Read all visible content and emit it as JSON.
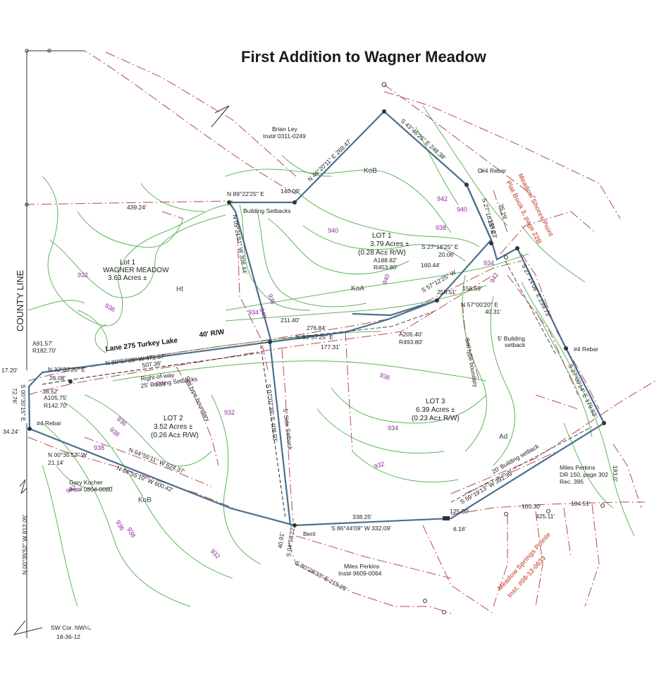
{
  "title": "First Addition to Wagner Meadow",
  "owners": {
    "north": {
      "name": "Brian Ley",
      "inst": "Inst# 0311-0249"
    },
    "sw": {
      "name": "Gary Kocher",
      "inst": "Inst# 0804-0080"
    },
    "south": {
      "name": "Miles Perkins",
      "inst": "Inst# 9609-0064"
    },
    "se": {
      "name": "Miles Perkins",
      "inst": "DR 150, page 302"
    }
  },
  "lots": {
    "lot1": {
      "label": "LOT 1",
      "acres": "3.79 Acres ±",
      "rw": "(0.28 Ac± R/W)"
    },
    "lot2": {
      "label": "LOT 2",
      "acres": "3.52 Acres ±",
      "rw": "(0.26 Ac± R/W)"
    },
    "lot3": {
      "label": "LOT 3",
      "acres": "6.39 Acres ±",
      "rw": "(0.23 Ac± R/W)"
    },
    "wagner": {
      "label": "Lot 1",
      "name": "WAGNER MEADOW",
      "acres": "3.63 Acres ±"
    }
  },
  "road": {
    "name": "Lane 275 Turkey Lake",
    "rw": "40' R/W",
    "right_of_way": "Right-of-way"
  },
  "county_line": "COUNTY LINE",
  "corner": {
    "line1": "SW Cor. NW¼,",
    "line2": "18-36-12"
  },
  "adjacent": {
    "meadow_shores": {
      "line1": "Meadow Shores Point",
      "line2": "Plat Book 3, page 22B"
    },
    "meadow_springs": {
      "line1": "Meadow Springs Pointe",
      "line2": "Inst. #08-12-0633"
    }
  },
  "soils": [
    "KoB",
    "KoA",
    "Ht",
    "Ad",
    "KoB"
  ],
  "notes": {
    "building_setbacks": "Building Setbacks",
    "building_setbacks_25": "25' Building Setbacks",
    "building_setback_5": "5' Building",
    "setback": "setback",
    "building_setback_20": "20' Building setback",
    "side_setback": "5' Side Setback",
    "soil_type_boundary": "Soil type boundary",
    "rebar": "#4 Rebar",
    "bent": "Bent",
    "rec": "Rec. 395"
  },
  "bearings": {
    "b1": "N 46°20'11\" E 268.47'",
    "b2": "S 43°46'25\" E 248.38'",
    "b3": "N 89°22'25\" E",
    "b4": "140.00'",
    "b5": "439.24'",
    "b6": "N 03°21'51\" W 308.44'",
    "b7": "S 27°18'25\" E",
    "b8": "20.06'",
    "b9": "A188.82'",
    "b10": "R453.80'",
    "b11": "160.44'",
    "b12": "S 57°12'25\" W",
    "b13": "258.51'",
    "b14": "156.59'",
    "b15": "N 57°00'20\" E",
    "b16": "40.31'",
    "b17": "S 27°14'06\" E 239.73'",
    "b18": "211.40'",
    "b19": "276.84'",
    "b20": "N 80°57'25\" E",
    "b21": "177.31'",
    "b22": "A205.40'",
    "b23": "R493.80'",
    "b24": "A91.57'",
    "b25": "R182.70'",
    "b26": "N 80°57'25\" W 472.37'",
    "b27": "507.36'",
    "b28": "N 32°37'25\" E",
    "b29": "26.08'",
    "b30": "17.20'",
    "b31": "38.52'",
    "b32": "72.76'",
    "b33": "S 00°30'15\" E",
    "b34": "A105.75'",
    "b35": "R142.70'",
    "b36": "34.24'",
    "b37": "N 00°35'52\" W",
    "b38": "21.14'",
    "b39": "N 64°55'11\" W 624.37'",
    "b40": "N 64°55'10\" W 600.42'",
    "b41": "N 00°35'52\" W 812.05'",
    "b42": "S 07°07'39\" E 408.03'",
    "b43": "S 27°00'14\" E 179.93'",
    "b44": "S 59°19'13\" W 391.39'",
    "b45": "338.25'",
    "b46": "S 86°44'09\" W 332.09'",
    "b47": "125.09'",
    "b48": "6.16'",
    "b49": "105.30'",
    "b50": "104.51'",
    "b51": "425.11'",
    "b52": "193.0'",
    "b53": "40.91'",
    "b54": "S 04°58'22\"",
    "b55": "S 80°28'33\" E 215.25'",
    "b56": "S 27°18'25\" E",
    "b57": "139.23'",
    "b58": "35.29'"
  },
  "contours": [
    "932",
    "934",
    "936",
    "938",
    "940",
    "942",
    "940",
    "938",
    "936",
    "934",
    "932",
    "936",
    "938",
    "940",
    "942",
    "938",
    "936",
    "932",
    "934",
    "932",
    "934",
    "936",
    "940",
    "942"
  ]
}
